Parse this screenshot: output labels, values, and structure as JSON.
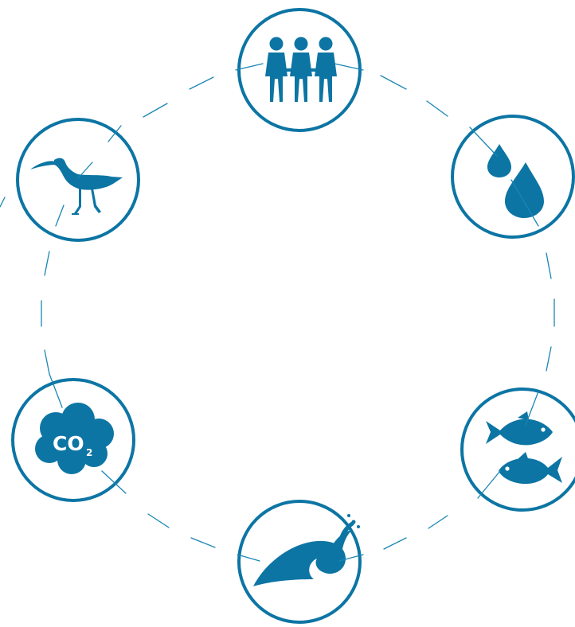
{
  "diagram": {
    "colors": {
      "accent": "#0c75a4",
      "ring": "#1a86b4",
      "background": "#ffffff"
    },
    "nodes": [
      {
        "id": "people",
        "icon": "three-people-icon"
      },
      {
        "id": "water",
        "icon": "water-drops-icon"
      },
      {
        "id": "fish",
        "icon": "two-fish-icon"
      },
      {
        "id": "wave",
        "icon": "ocean-wave-icon"
      },
      {
        "id": "carbon",
        "icon": "co2-cloud-icon",
        "label_main": "CO",
        "label_sub": "2"
      },
      {
        "id": "bird",
        "icon": "wading-bird-icon"
      }
    ]
  }
}
